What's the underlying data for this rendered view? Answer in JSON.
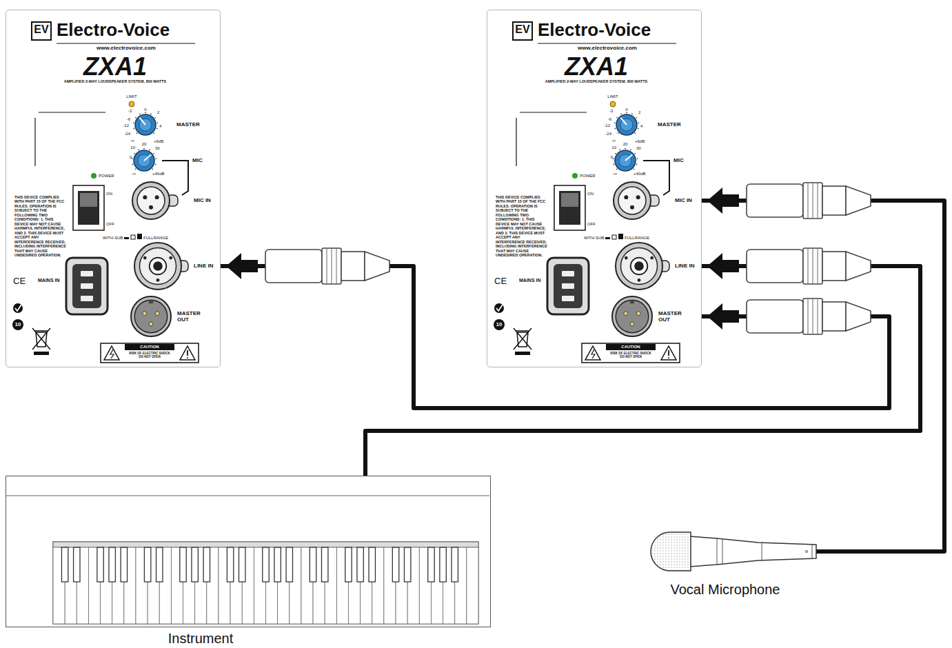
{
  "diagram": {
    "nodes": [
      {
        "text": [
          "EV",
          "Electro-Voice",
          "www.electrovoice.com",
          "ZXA1",
          "AMPLIFIED 2-WAY LOUDSPEAKER SYSTEM, 800 WATTS",
          "LIMIT",
          "0",
          "-3",
          "2",
          "-6",
          "4",
          "-12",
          "-24",
          "-∞",
          "+6dB",
          "MASTER",
          "10",
          "20",
          "30",
          "0",
          "-∞",
          "+40dB",
          "MIC",
          "POWER",
          "ON",
          "OFF",
          "WITH SUB",
          "FULLRANGE",
          "THIS DEVICE COMPLIES WITH PART 15 OF THE FCC RULES. OPERATION IS SUBJECT TO THE FOLLOWING TWO CONDITIONS: 1. THIS DEVICE MAY NOT CAUSE HARMFUL INTERFERENCE, AND 2. THIS DEVICE MUST ACCEPT ANY INTERFERENCE RECEIVED, INCLUDING INTERFERENCE THAT MAY CAUSE UNDESIRED OPERATION.",
          "MAINS IN",
          "CE",
          "10",
          "CAUTION",
          "RISK OF ELECTRIC SHOCK DO NOT OPEN"
        ]
      },
      {
        "text": [
          "MIC IN"
        ],
        "in": 0
      },
      {
        "text": [
          "LINE IN"
        ],
        "in": 0
      },
      {
        "text": [
          "MASTER OUT"
        ],
        "in": 0
      },
      {
        "text": [
          "EV",
          "Electro-Voice",
          "www.electrovoice.com",
          "ZXA1",
          "AMPLIFIED 2-WAY LOUDSPEAKER SYSTEM, 800 WATTS",
          "LIMIT",
          "0",
          "-3",
          "2",
          "-6",
          "4",
          "-12",
          "-24",
          "-∞",
          "+6dB",
          "MASTER",
          "10",
          "20",
          "30",
          "0",
          "-∞",
          "+40dB",
          "MIC",
          "POWER",
          "ON",
          "OFF",
          "WITH SUB",
          "FULLRANGE",
          "THIS DEVICE COMPLIES WITH PART 15 OF THE FCC RULES. OPERATION IS SUBJECT TO THE FOLLOWING TWO CONDITIONS: 1. THIS DEVICE MAY NOT CAUSE HARMFUL INTERFERENCE, AND 2. THIS DEVICE MUST ACCEPT ANY INTERFERENCE RECEIVED, INCLUDING INTERFERENCE THAT MAY CAUSE UNDESIRED OPERATION.",
          "MAINS IN",
          "CE",
          "10",
          "CAUTION",
          "RISK OF ELECTRIC SHOCK DO NOT OPEN"
        ]
      },
      {
        "text": [
          "MIC IN"
        ],
        "in": 4
      },
      {
        "text": [
          "LINE IN"
        ],
        "in": 4
      },
      {
        "text": [
          "MASTER OUT"
        ],
        "in": 4
      },
      {
        "text": [
          "Instrument"
        ]
      },
      {
        "text": [
          "Vocal Microphone"
        ]
      }
    ],
    "edges": [
      {
        "from": 7,
        "to": 2,
        "arrow": "both"
      },
      {
        "from": 8,
        "to": 6,
        "arrow": "to"
      },
      {
        "from": 9,
        "to": 5,
        "arrow": "to"
      }
    ]
  }
}
